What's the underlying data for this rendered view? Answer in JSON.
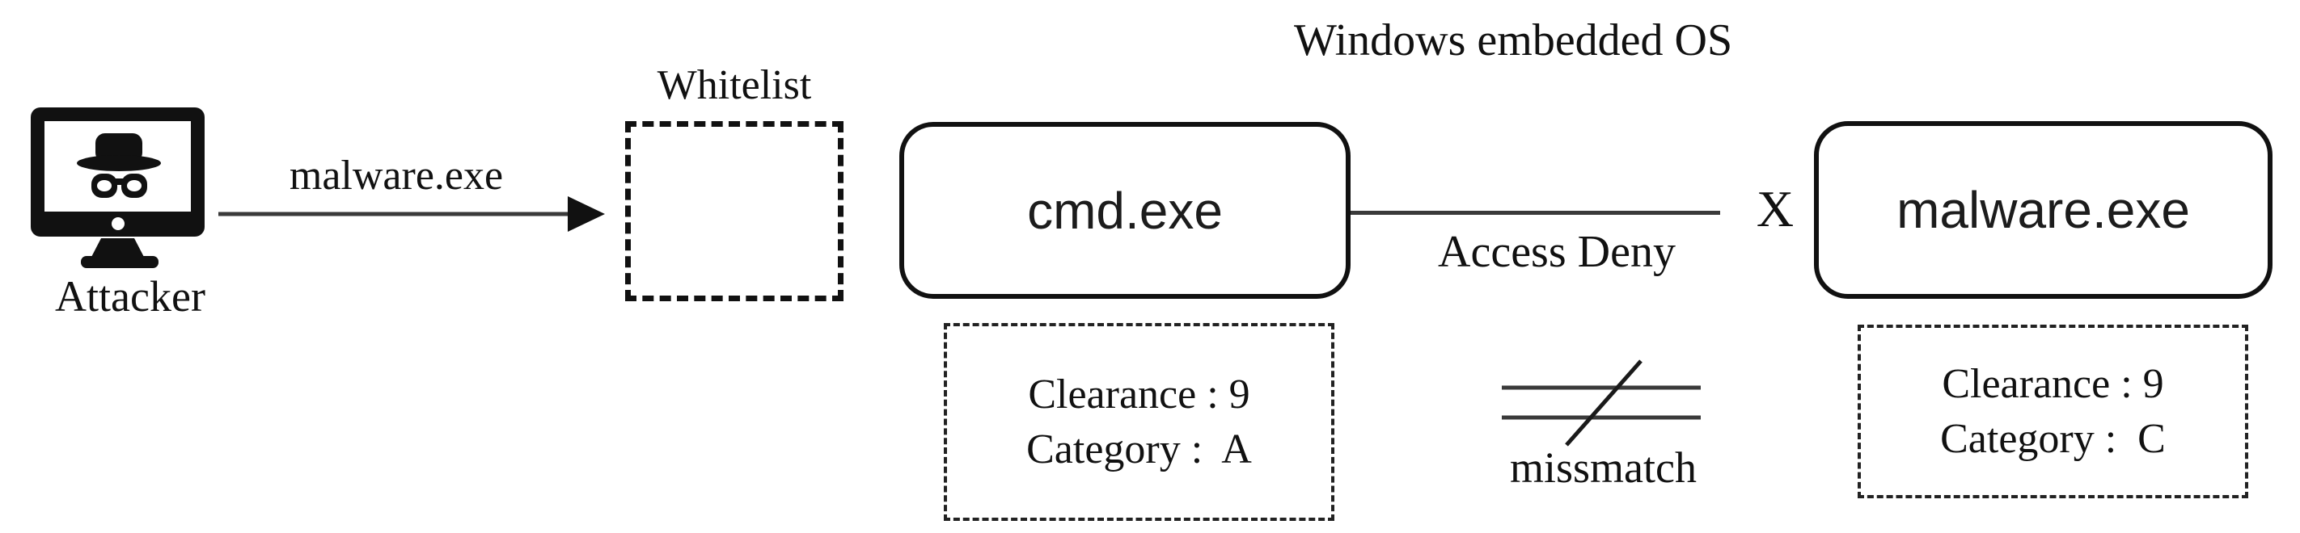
{
  "diagram": {
    "title": "Windows embedded OS",
    "attacker": {
      "label": "Attacker"
    },
    "arrow": {
      "label": "malware.exe"
    },
    "whitelist": {
      "label": "Whitelist"
    },
    "cmd_node": {
      "label": "cmd.exe",
      "clearance": "Clearance : 9",
      "category": "Category :  A"
    },
    "malware_node": {
      "label": "malware.exe",
      "clearance": "Clearance : 9",
      "category": "Category :  C"
    },
    "access": {
      "label": "Access Deny",
      "deny_mark": "X"
    },
    "mismatch": {
      "label": "missmatch"
    },
    "colors": {
      "ink": "#111111",
      "line": "#3a3a3a",
      "background": "#ffffff"
    }
  }
}
